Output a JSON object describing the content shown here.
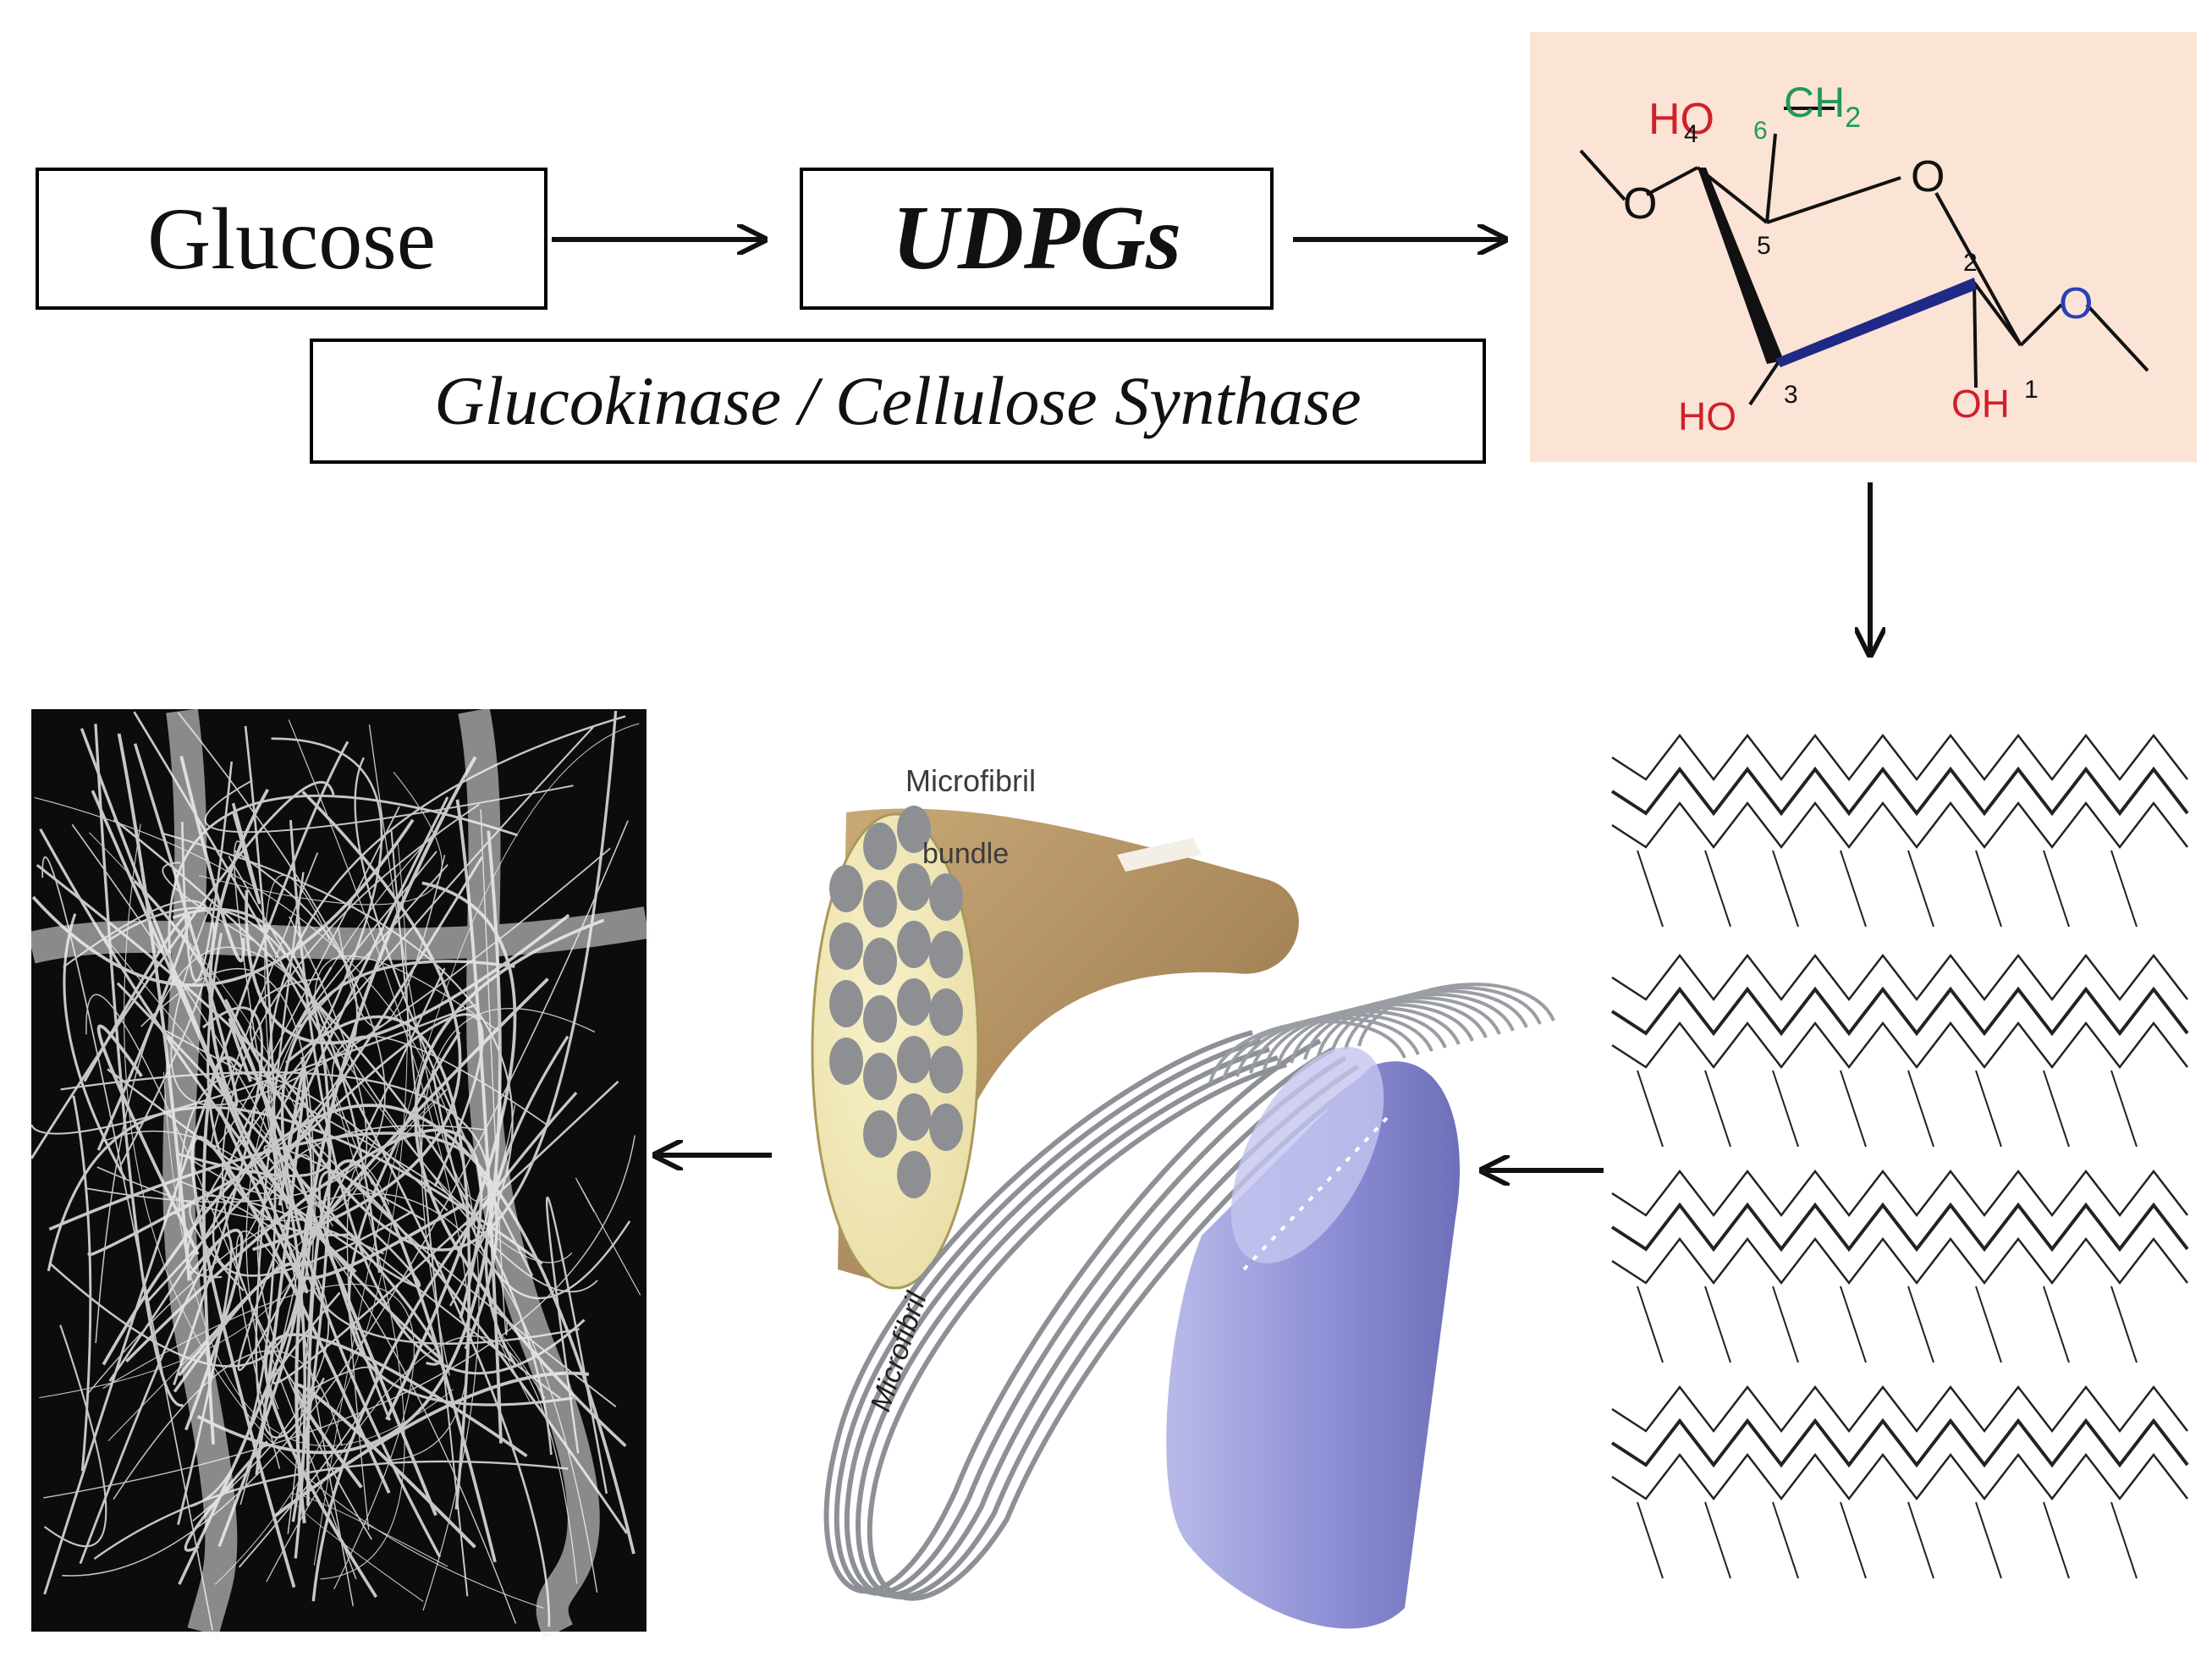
{
  "pathway": {
    "glucose_label": "Glucose",
    "udpg_label": "UDPGs",
    "enzyme_label": "Glucokinase / Cellulose Synthase"
  },
  "glucose_structure": {
    "atoms": {
      "ho_top": "HO",
      "ch2": "CH",
      "ch2_sub": "2",
      "ring_o": "O",
      "ether_o_right": "O",
      "ether_o_left": "O",
      "ho_bottom": "HO",
      "oh_bottom": "OH"
    },
    "carbon_numbers": [
      "1",
      "2",
      "3",
      "4",
      "5",
      "6"
    ]
  },
  "illustration": {
    "microfibril_bundle_label_line1": "Microfibril",
    "microfibril_bundle_label_line2": "bundle",
    "microfibril_label": "Microfibril"
  },
  "colors": {
    "panel_bg": "#fbe3d6",
    "oxygen_red": "#d0202a",
    "carbon_green": "#1f9a55",
    "ether_blue": "#2a3fb8",
    "bundle_brown": "#a8875a",
    "cylinder_lavender": "#8e8fd6"
  }
}
